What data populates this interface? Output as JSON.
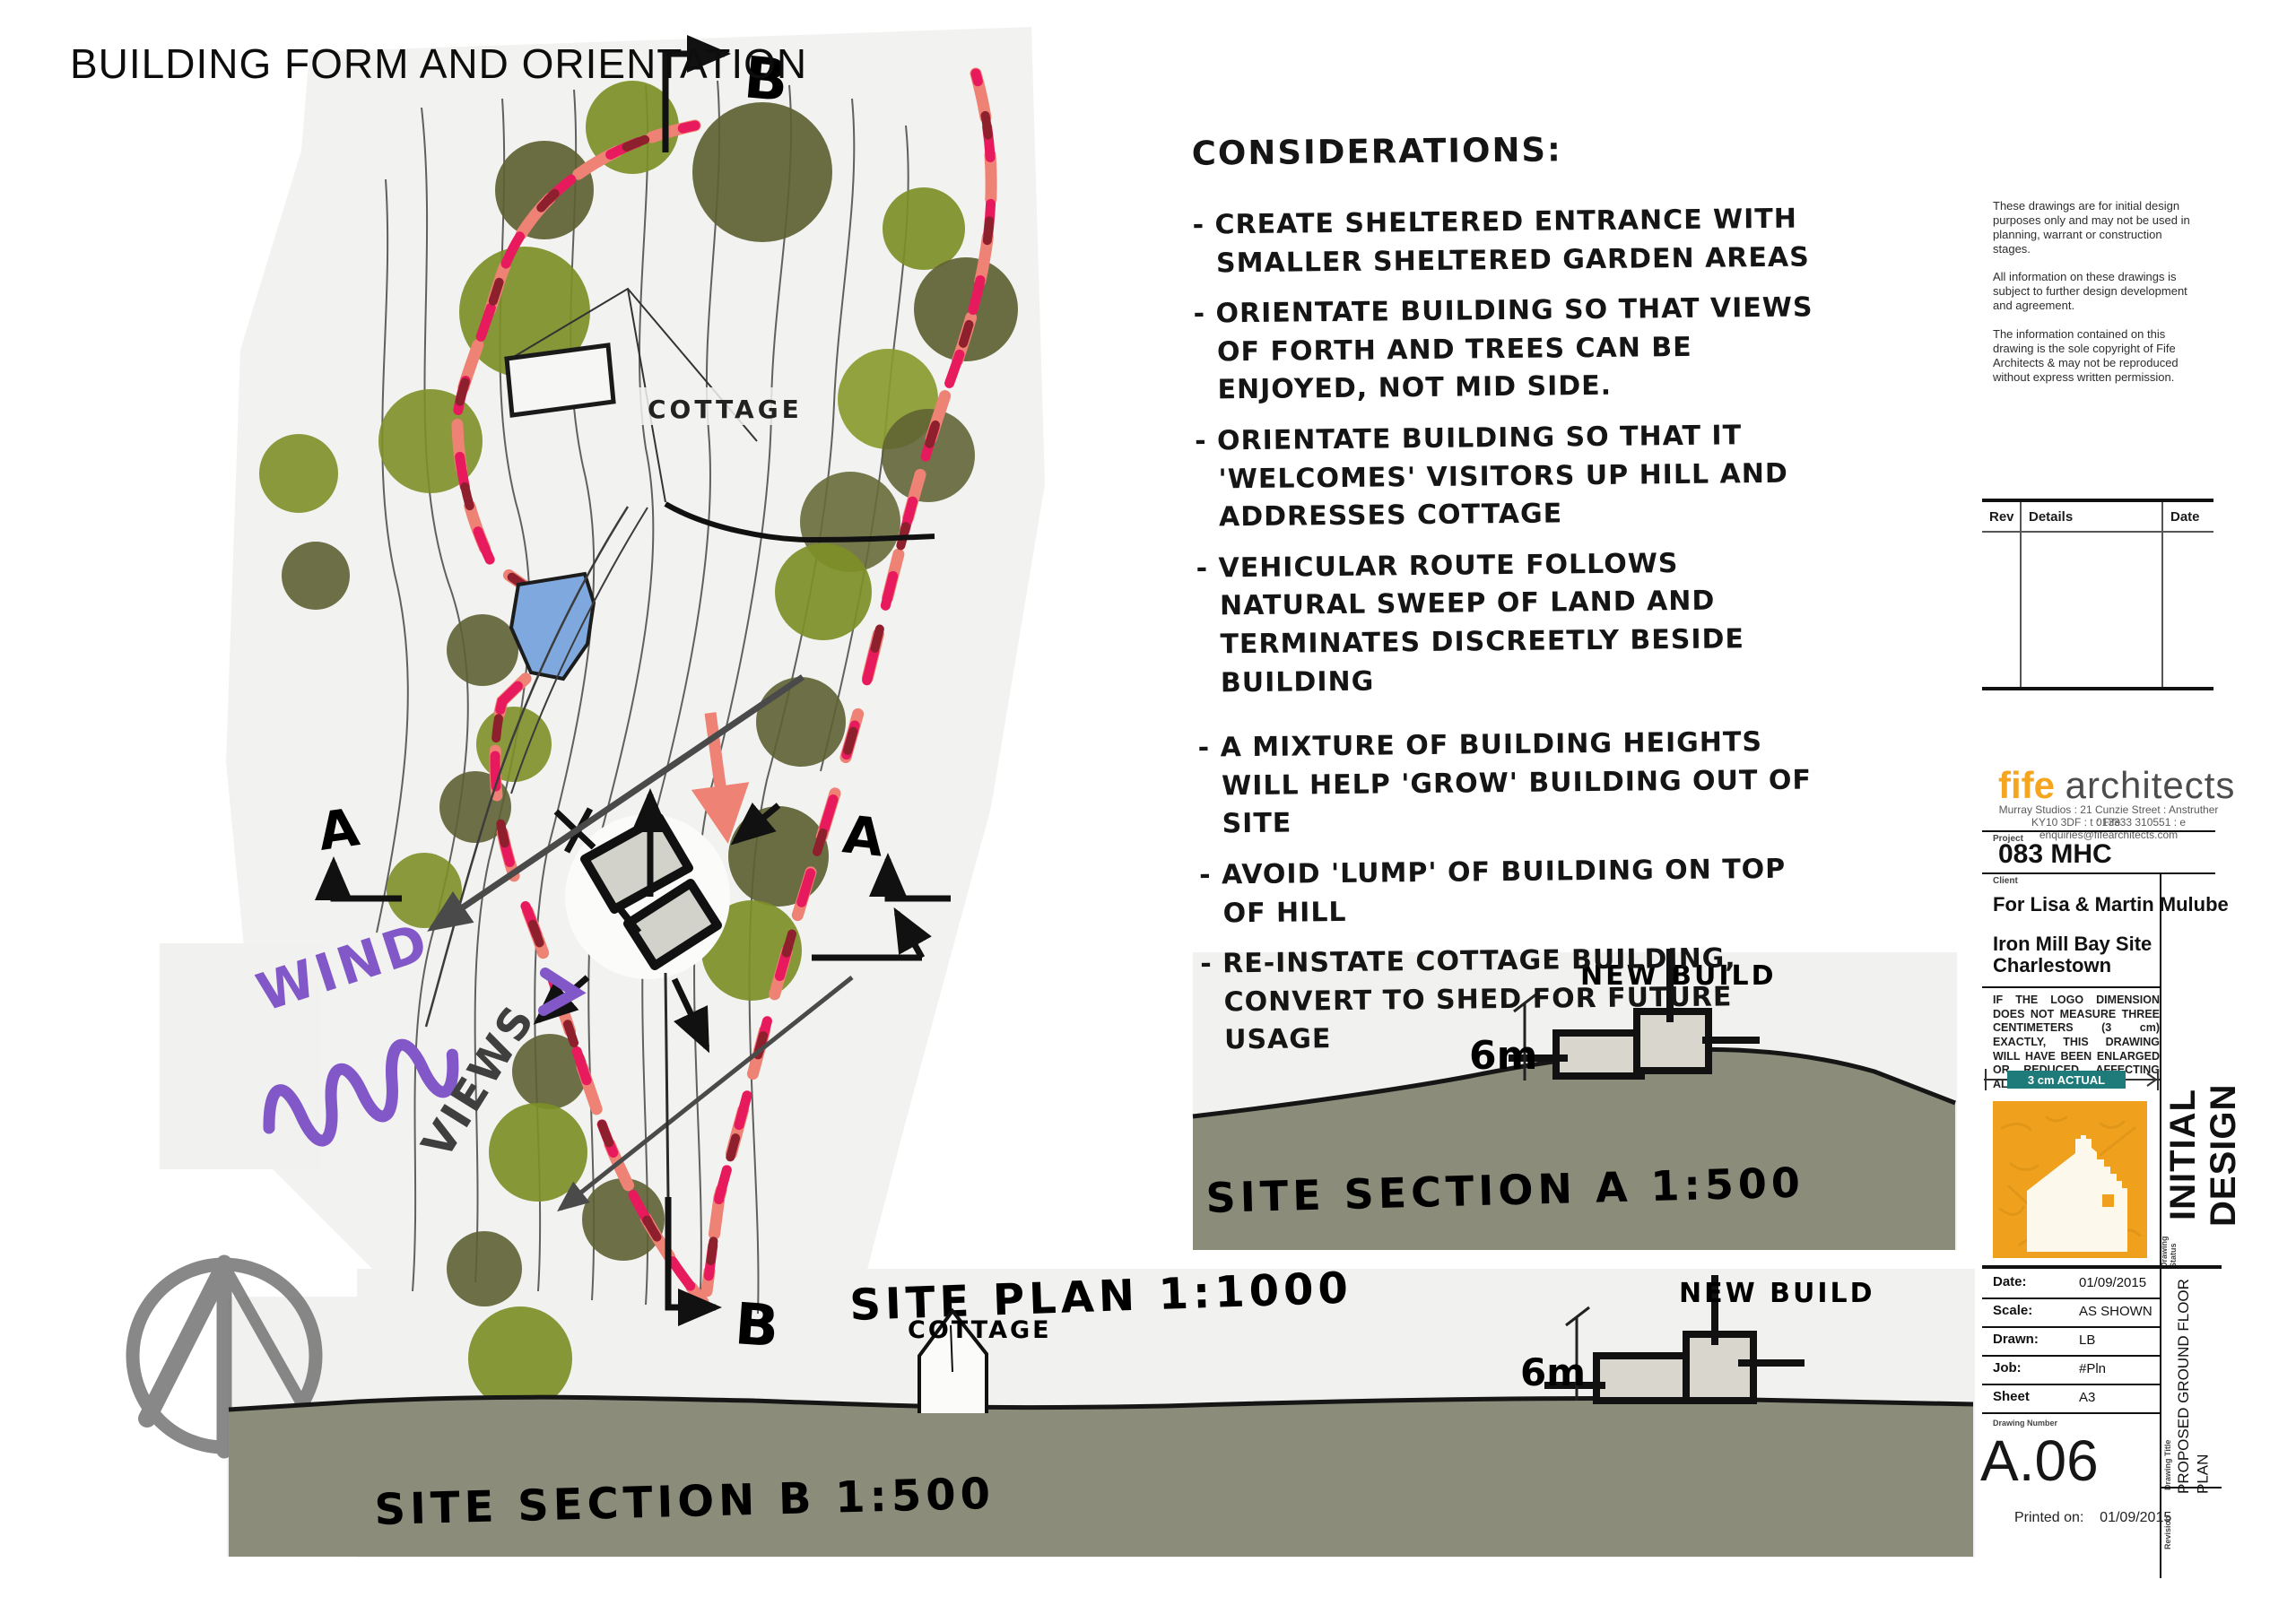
{
  "title": "BUILDING FORM AND ORIENTATION",
  "site_plan": {
    "label": "SITE PLAN 1:1000",
    "cottage_label": "COTTAGE",
    "wind_label": "WIND",
    "views_label": "VIEWS",
    "section_marker_a": "A",
    "section_marker_b": "B"
  },
  "considerations": {
    "heading": "CONSIDERATIONS:",
    "items": [
      "- CREATE SHELTERED ENTRANCE WITH SMALLER SHELTERED GARDEN AREAS",
      "- ORIENTATE BUILDING SO THAT VIEWS OF FORTH AND TREES CAN BE ENJOYED, NOT MID SIDE.",
      "- ORIENTATE BUILDING SO THAT IT 'WELCOMES' VISITORS UP HILL AND ADDRESSES COTTAGE",
      "- VEHICULAR ROUTE FOLLOWS NATURAL SWEEP OF LAND AND TERMINATES DISCREETLY BESIDE BUILDING",
      "- A MIXTURE OF BUILDING HEIGHTS WILL HELP 'GROW' BUILDING OUT OF SITE",
      "- AVOID 'LUMP' OF BUILDING ON TOP OF HILL",
      "- RE-INSTATE COTTAGE BUILDING, CONVERT TO SHED FOR FUTURE USAGE"
    ]
  },
  "section_a": {
    "title": "SITE SECTION A 1:500",
    "new_build_label": "NEW BUILD",
    "height_label": "6m"
  },
  "section_b": {
    "title": "SITE SECTION B 1:500",
    "new_build_label": "NEW BUILD",
    "height_label": "6m",
    "cottage_label": "COTTAGE"
  },
  "title_block": {
    "disclaimer": {
      "p1": "These drawings are for initial design purposes only and may not be used in planning, warrant or construction stages.",
      "p2": "All information on these drawings is subject to further design development and agreement.",
      "p3": "The  information contained on this drawing is the sole copyright of Fife Architects & may not be reproduced without express written permission."
    },
    "revision_table": {
      "headers": [
        "Rev",
        "Details",
        "Date"
      ]
    },
    "logo": {
      "brand_fife": "fife",
      "brand_architects": "architects",
      "address_line1": "Murray Studios : 21 Cunzie Street : Anstruther : Fife",
      "address_line2": "KY10 3DF : t 013333 310551 : e enquiries@fifearchitects.com"
    },
    "project": {
      "label": "Project",
      "value": "083 MHC"
    },
    "client": {
      "label": "Client",
      "line1": "For Lisa & Martin Mulube",
      "line2": "Iron Mill Bay Site",
      "line3": "Charlestown"
    },
    "scale_notice": "IF THE LOGO DIMENSION DOES NOT MEASURE THREE CENTIMETERS (3 cm) EXACTLY, THIS DRAWING WILL HAVE BEEN ENLARGED OR REDUCED, AFFECTING ALL LABELED SCALES.",
    "scale_bar_label": "3 cm ACTUAL",
    "drawing_status": {
      "label": "Drawing Status",
      "value": "INITIAL DESIGN"
    },
    "info_table": [
      {
        "label": "Date:",
        "value": "01/09/2015"
      },
      {
        "label": "Scale:",
        "value": "AS SHOWN"
      },
      {
        "label": "Drawn:",
        "value": "LB"
      },
      {
        "label": "Job:",
        "value": "#Pln"
      },
      {
        "label": "Sheet",
        "value": "A3"
      }
    ],
    "drawing_number": {
      "label": "Drawing Number",
      "value": "A.06"
    },
    "drawing_title": {
      "label": "Drawing Title",
      "value": "PROPOSED GROUND FLOOR PLAN",
      "lines": [
        "PROPOSED GROUND FLOOR",
        "PLAN"
      ]
    },
    "revision_label": "Revision",
    "printed_on": {
      "label": "Printed on:",
      "value": "01/09/2015"
    }
  },
  "colors": {
    "tree_bright": "#7d8f27",
    "tree_dark": "#5e6233",
    "ground": "#8c8c7a",
    "pond": "#7fa9de",
    "boundary_pink": "#e81a5e",
    "boundary_dark_red": "#8e1f2d",
    "boundary_salmon": "#ee8274",
    "wind_purple": "#8257c8",
    "brand_orange": "#f5a51f",
    "scale_bar_teal": "#1e7b79"
  }
}
